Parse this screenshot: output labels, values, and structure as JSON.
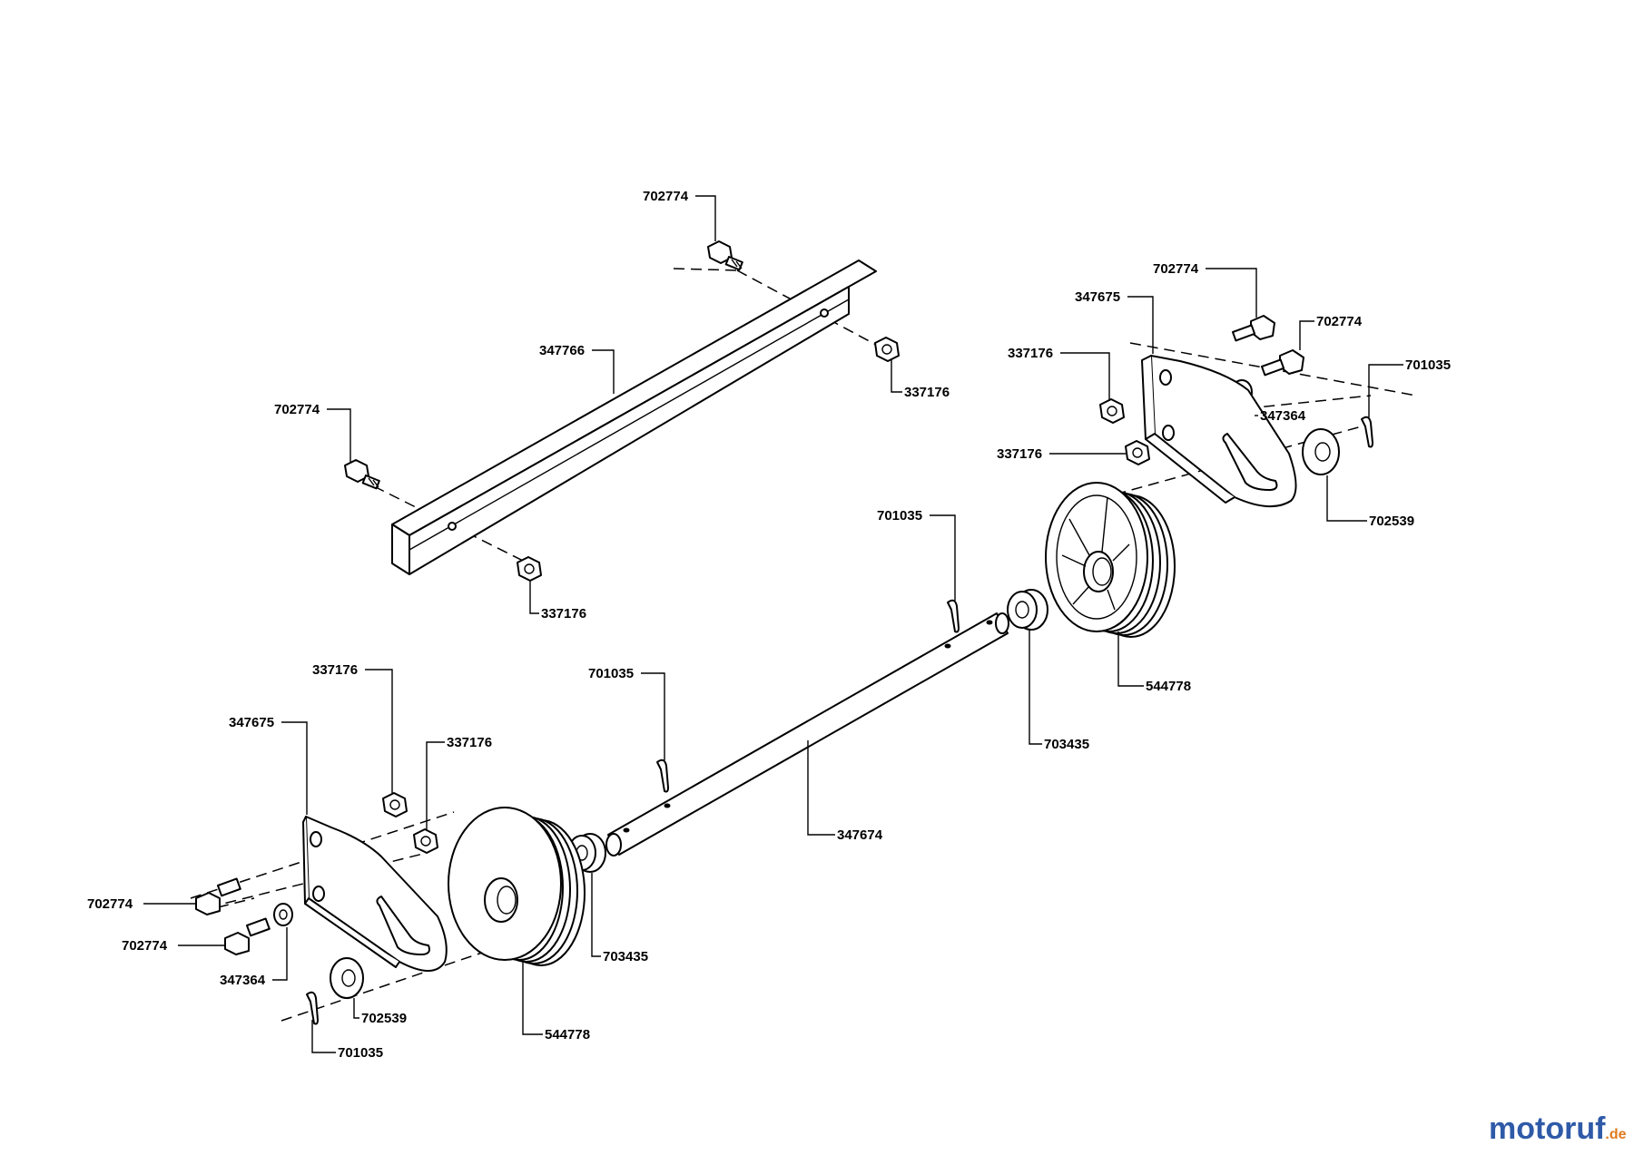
{
  "parts": {
    "p702774": "702774",
    "p347766": "347766",
    "p337176": "337176",
    "p347675": "347675",
    "p347364": "347364",
    "p701035": "701035",
    "p702539": "702539",
    "p544778": "544778",
    "p703435": "703435",
    "p347674": "347674"
  },
  "logo": {
    "brand": "motoruf",
    "suffix": ".de"
  },
  "colors": {
    "line": "#000000",
    "background": "#ffffff",
    "logo_blue": "#2f5aa8",
    "logo_orange": "#e07a1f"
  }
}
